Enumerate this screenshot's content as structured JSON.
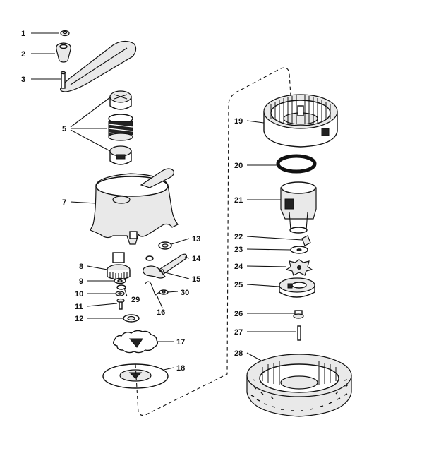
{
  "diagram": {
    "colors": {
      "ink": "#111111",
      "paper": "#ffffff",
      "shade": "#e9e9e9"
    },
    "callouts": [
      {
        "id": "p1",
        "label": "1"
      },
      {
        "id": "p2",
        "label": "2"
      },
      {
        "id": "p3",
        "label": "3"
      },
      {
        "id": "p5",
        "label": "5"
      },
      {
        "id": "p7",
        "label": "7"
      },
      {
        "id": "p8",
        "label": "8"
      },
      {
        "id": "p9",
        "label": "9"
      },
      {
        "id": "p10",
        "label": "10"
      },
      {
        "id": "p11",
        "label": "11"
      },
      {
        "id": "p12",
        "label": "12"
      },
      {
        "id": "p13",
        "label": "13"
      },
      {
        "id": "p14",
        "label": "14"
      },
      {
        "id": "p15",
        "label": "15"
      },
      {
        "id": "p16",
        "label": "16"
      },
      {
        "id": "p17",
        "label": "17"
      },
      {
        "id": "p18",
        "label": "18"
      },
      {
        "id": "p19",
        "label": "19"
      },
      {
        "id": "p20",
        "label": "20"
      },
      {
        "id": "p21",
        "label": "21"
      },
      {
        "id": "p22",
        "label": "22"
      },
      {
        "id": "p23",
        "label": "23"
      },
      {
        "id": "p24",
        "label": "24"
      },
      {
        "id": "p25",
        "label": "25"
      },
      {
        "id": "p26",
        "label": "26"
      },
      {
        "id": "p27",
        "label": "27"
      },
      {
        "id": "p28",
        "label": "28"
      },
      {
        "id": "p29",
        "label": "29"
      },
      {
        "id": "p30",
        "label": "30"
      }
    ]
  }
}
